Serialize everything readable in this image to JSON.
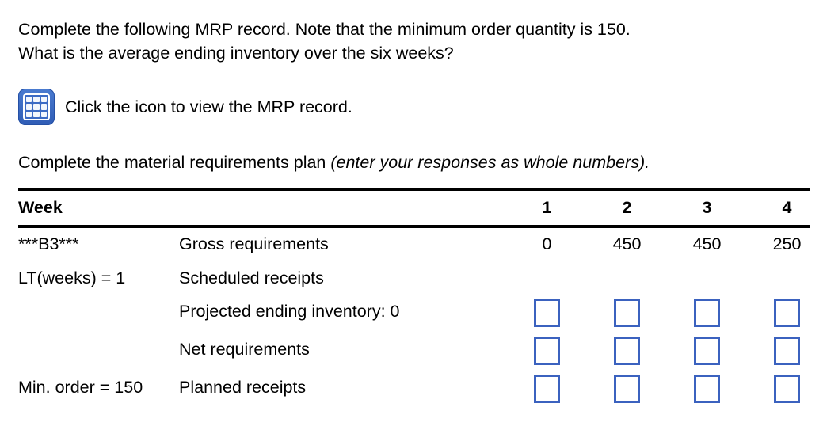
{
  "intro": {
    "line1": "Complete the following MRP record. Note that the minimum order quantity is 150.",
    "line2": "What is the average ending inventory over the six weeks?"
  },
  "icon": {
    "name": "spreadsheet-icon",
    "caption": "Click the icon to view the MRP record.",
    "color": "#3b6ac4"
  },
  "instruction": {
    "plain": "Complete the material requirements plan ",
    "italic": "(enter your responses as whole numbers)."
  },
  "table": {
    "header": {
      "week_label": "Week",
      "item_label": "",
      "weeks": [
        "1",
        "2",
        "3",
        "4"
      ]
    },
    "rows": [
      {
        "left": "***B3***",
        "label": "Gross requirements",
        "type": "values",
        "values": [
          "0",
          "450",
          "450",
          "250"
        ]
      },
      {
        "left": "LT(weeks) = 1",
        "label": "Scheduled receipts",
        "type": "blank",
        "values": [
          "",
          "",
          "",
          ""
        ]
      },
      {
        "left": "",
        "label": "Projected ending inventory: 0",
        "type": "inputs",
        "values": [
          "",
          "",
          "",
          ""
        ]
      },
      {
        "left": "",
        "label": "Net requirements",
        "type": "inputs",
        "values": [
          "",
          "",
          "",
          ""
        ]
      },
      {
        "left": "Min. order = 150",
        "label": "Planned receipts",
        "type": "inputs",
        "values": [
          "",
          "",
          "",
          ""
        ]
      }
    ]
  },
  "colors": {
    "input_border": "#3b62bf",
    "rule": "#000000",
    "text": "#000000"
  }
}
